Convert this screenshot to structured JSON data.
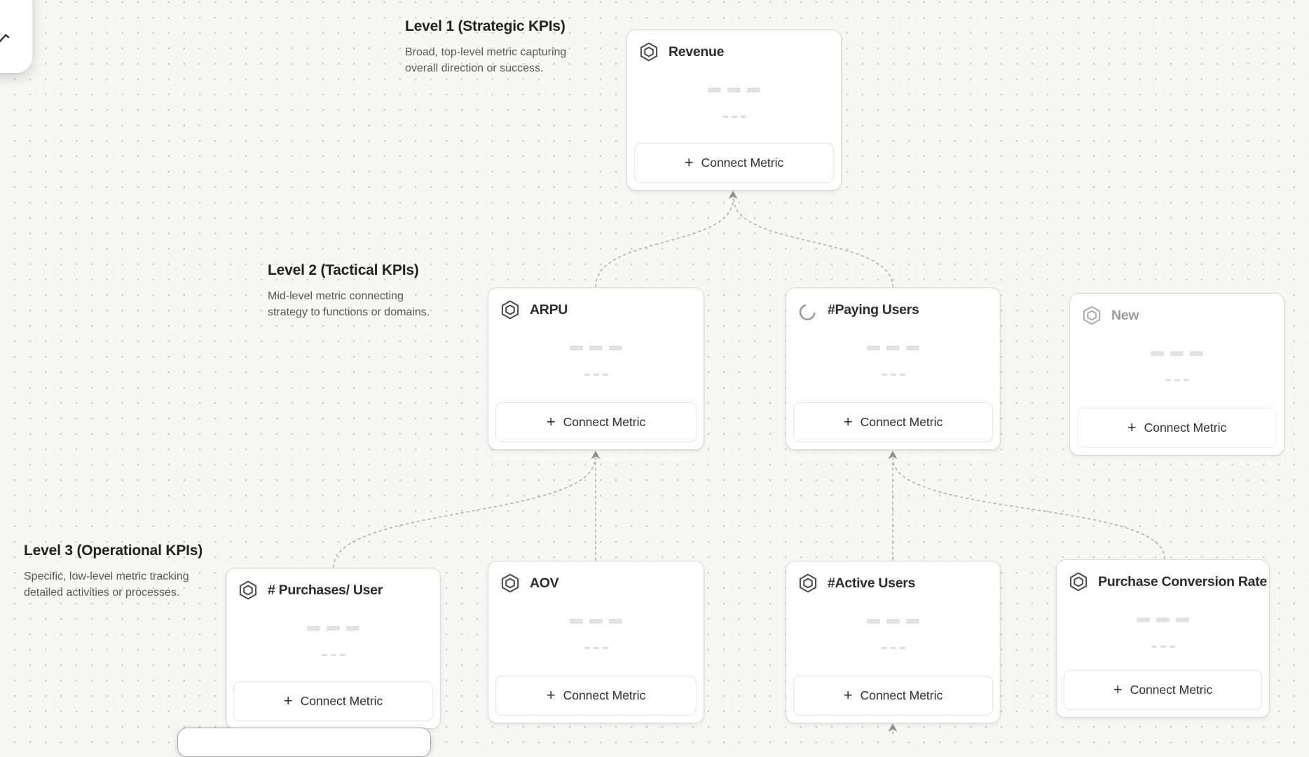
{
  "levels": [
    {
      "title": "Level 1 (Strategic KPIs)",
      "description": "Broad, top-level metric capturing overall direction or success."
    },
    {
      "title": "Level 2 (Tactical KPIs)",
      "description": "Mid-level metric connecting strategy to functions or domains."
    },
    {
      "title": "Level 3 (Operational KPIs)",
      "description": "Specific, low-level metric tracking detailed activities or processes."
    }
  ],
  "cards": [
    {
      "title": "Revenue",
      "level": 1,
      "icon": "metric-hexagon-icon"
    },
    {
      "title": "ARPU",
      "level": 2,
      "icon": "metric-hexagon-icon"
    },
    {
      "title": "#Paying Users",
      "level": 2,
      "icon": "loading-spinner-icon"
    },
    {
      "title": "New",
      "level": 2,
      "icon": "metric-hexagon-icon",
      "state": "draft"
    },
    {
      "title": "# Purchases/ User",
      "level": 3,
      "icon": "metric-hexagon-icon"
    },
    {
      "title": "AOV",
      "level": 3,
      "icon": "metric-hexagon-icon"
    },
    {
      "title": "#Active Users",
      "level": 3,
      "icon": "metric-hexagon-icon"
    },
    {
      "title": "Purchase Conversion Rate",
      "level": 3,
      "icon": "metric-hexagon-icon"
    }
  ],
  "labels": {
    "connect_metric": "Connect Metric",
    "plus": "+"
  },
  "colors": {
    "canvas_background": "#f7f7f6",
    "grid_dot": "#c9c9c9",
    "card_border": "#d8d8d8",
    "title_text": "#2c2c2c",
    "description_text": "#585858",
    "draft_text": "#9b9b9b",
    "connector": "#b0b0b0",
    "arrowhead": "#8f8f8f",
    "skeleton_bar": "#eaeaea"
  }
}
